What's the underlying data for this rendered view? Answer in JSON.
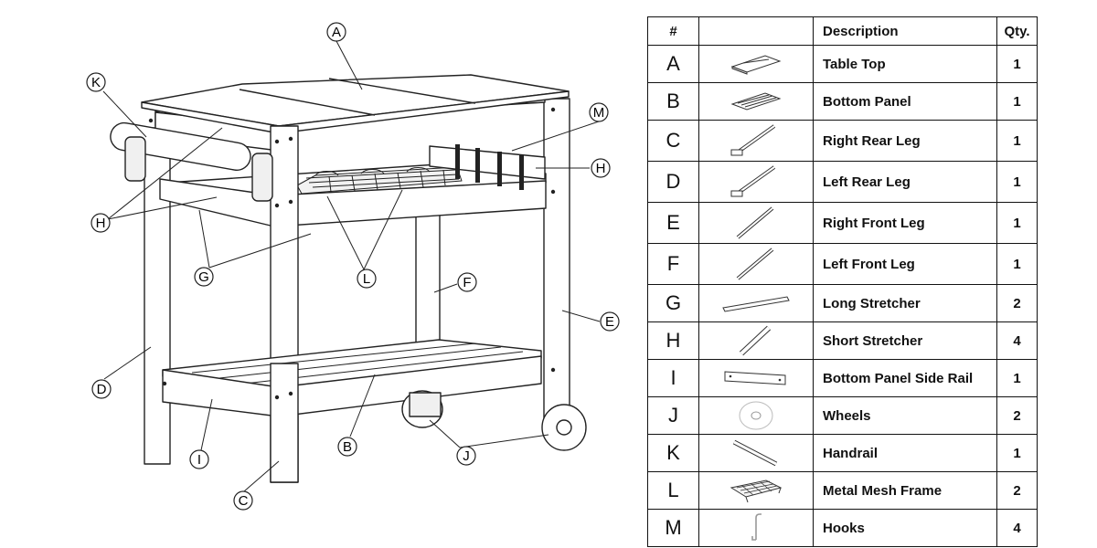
{
  "table": {
    "headers": {
      "num": "#",
      "image": "",
      "description": "Description",
      "qty": "Qty."
    },
    "rows": [
      {
        "id": "A",
        "description": "Table Top",
        "qty": "1",
        "icon": "table-top-icon"
      },
      {
        "id": "B",
        "description": "Bottom Panel",
        "qty": "1",
        "icon": "bottom-panel-icon"
      },
      {
        "id": "C",
        "description": "Right Rear Leg",
        "qty": "1",
        "icon": "rear-leg-icon"
      },
      {
        "id": "D",
        "description": "Left Rear Leg",
        "qty": "1",
        "icon": "rear-leg-icon"
      },
      {
        "id": "E",
        "description": "Right Front Leg",
        "qty": "1",
        "icon": "front-leg-icon"
      },
      {
        "id": "F",
        "description": "Left Front Leg",
        "qty": "1",
        "icon": "front-leg-icon"
      },
      {
        "id": "G",
        "description": "Long Stretcher",
        "qty": "2",
        "icon": "long-stretcher-icon"
      },
      {
        "id": "H",
        "description": "Short Stretcher",
        "qty": "4",
        "icon": "short-stretcher-icon"
      },
      {
        "id": "I",
        "description": "Bottom Panel Side Rail",
        "qty": "1",
        "icon": "side-rail-icon"
      },
      {
        "id": "J",
        "description": "Wheels",
        "qty": "2",
        "icon": "wheel-icon"
      },
      {
        "id": "K",
        "description": "Handrail",
        "qty": "1",
        "icon": "handrail-icon"
      },
      {
        "id": "L",
        "description": "Metal Mesh Frame",
        "qty": "2",
        "icon": "mesh-frame-icon"
      },
      {
        "id": "M",
        "description": "Hooks",
        "qty": "4",
        "icon": "hook-icon"
      }
    ]
  },
  "callouts": {
    "a": "A",
    "b": "B",
    "c": "C",
    "d": "D",
    "e": "E",
    "f": "F",
    "g": "G",
    "h1": "H",
    "h2": "H",
    "i": "I",
    "j": "J",
    "k": "K",
    "l": "L",
    "m": "M"
  },
  "colors": {
    "line": "#222222",
    "fill": "#ffffff",
    "shade": "#e8e8e8"
  }
}
